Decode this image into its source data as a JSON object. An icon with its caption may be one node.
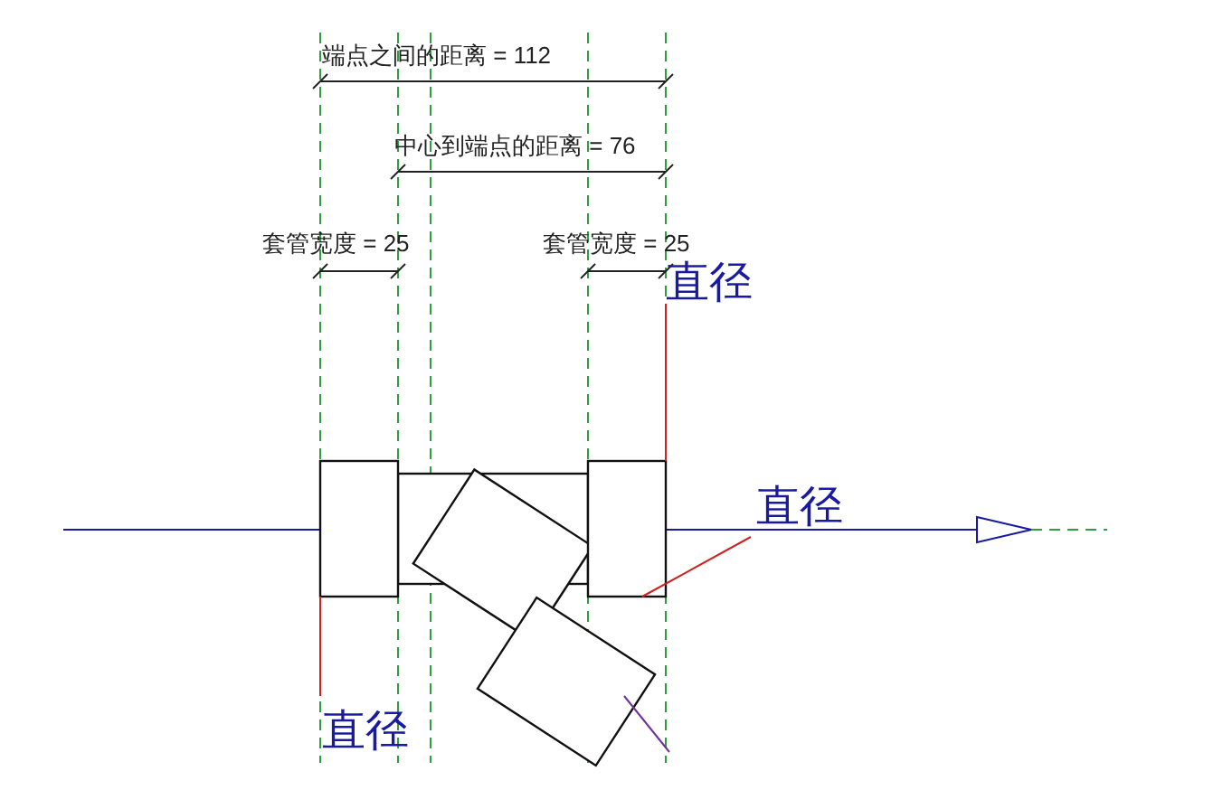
{
  "diagram": {
    "labels": [
      "端点之间的距离 = 112",
      "中心到端点的距离 = 76",
      "套管宽度 = 25",
      "套管宽度 = 25",
      "直径",
      "直径",
      "直径"
    ]
  }
}
